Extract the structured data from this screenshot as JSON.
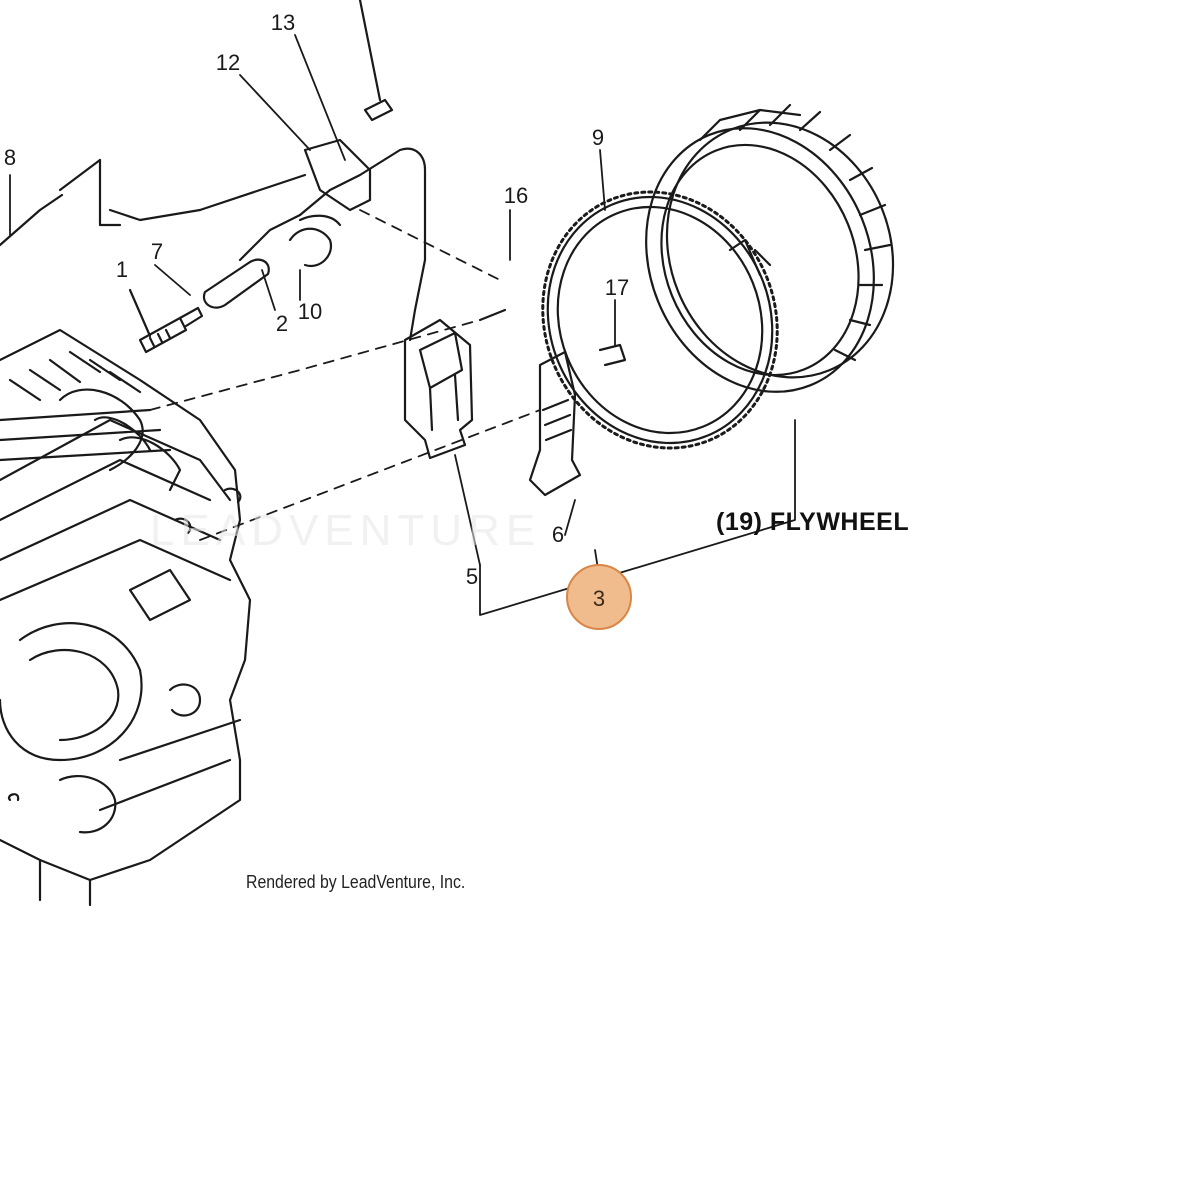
{
  "diagram": {
    "title": "(19) FLYWHEEL",
    "credit": "Rendered by LeadVenture, Inc.",
    "watermark": "LEADVENTURE",
    "highlight_color": "#f0bc8e",
    "highlight_border": "#d98646",
    "callouts": {
      "n1": "1",
      "n2": "2",
      "n5": "5",
      "n6": "6",
      "n7": "7",
      "n8": "8",
      "n9": "9",
      "n10": "10",
      "n12": "12",
      "n13": "13",
      "n16": "16",
      "n17": "17"
    },
    "hotspot": {
      "label": "3"
    }
  }
}
